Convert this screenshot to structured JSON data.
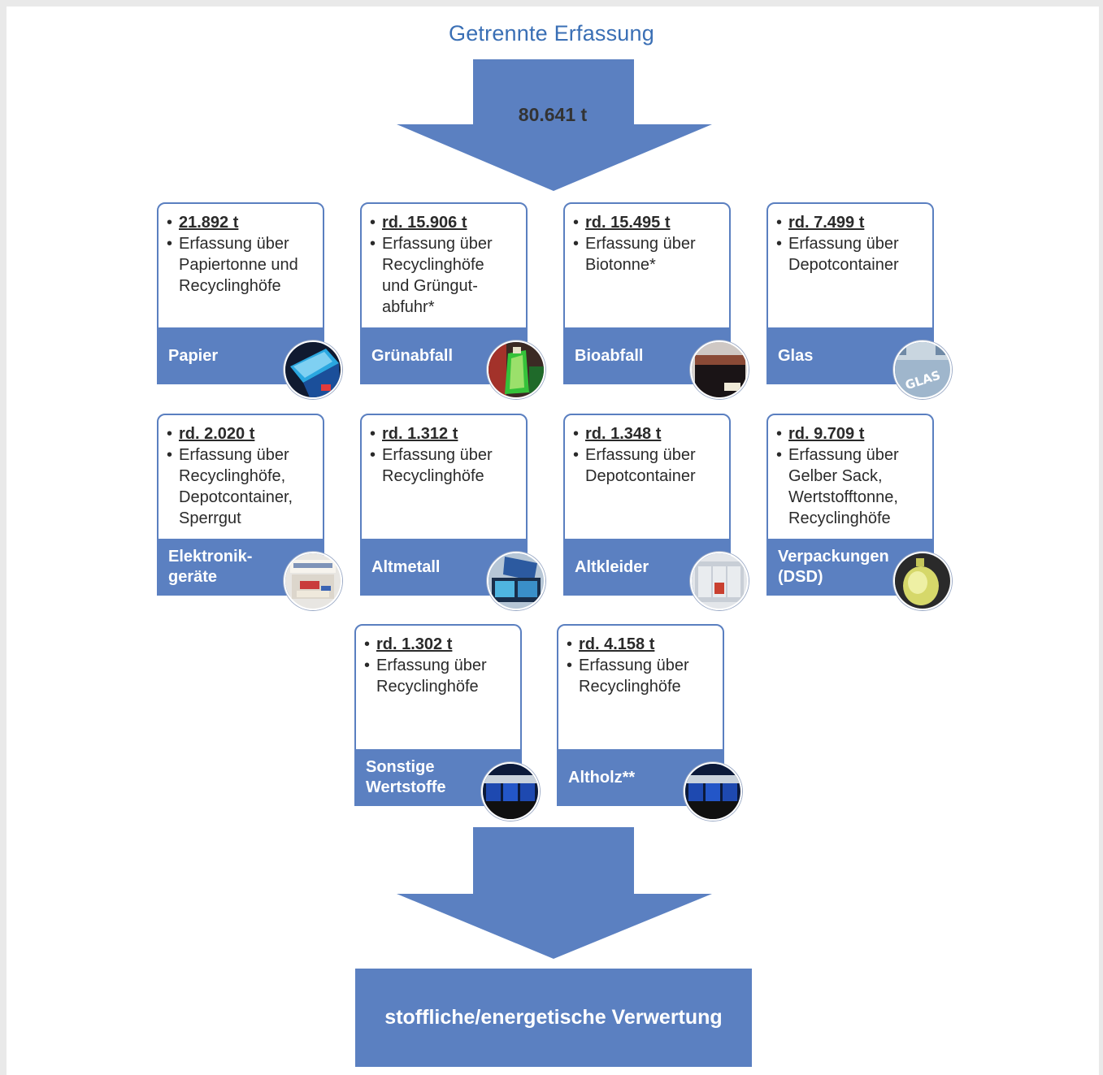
{
  "title": "Getrennte Erfassung",
  "total": "80.641 t",
  "colors": {
    "accent": "#5b80c1",
    "title": "#3a6fb5",
    "border": "#5a7fc0"
  },
  "cards": [
    {
      "amount": "21.892 t",
      "desc": "Erfassung über\nPapiertonne und\nRecyclinghöfe",
      "label": "Papier",
      "icon": "paper-bin-photo"
    },
    {
      "amount": "rd. 15.906 t",
      "desc": "Erfassung über\nRecyclinghöfe\nund Grüngut-\nabfuhr*",
      "label": "Grünabfall",
      "icon": "green-waste-photo"
    },
    {
      "amount": "rd. 15.495 t",
      "desc": "Erfassung über\nBiotonne*",
      "label": "Bioabfall",
      "icon": "bio-bin-photo"
    },
    {
      "amount": "rd. 7.499 t",
      "desc": "Erfassung über\nDepotcontainer",
      "label": "Glas",
      "icon": "glass-container-photo",
      "icon_text": "GLAS"
    },
    {
      "amount": "rd. 2.020 t",
      "desc": "Erfassung über\nRecyclinghöfe,\nDepotcontainer,\nSperrgut",
      "label": "Elektronik-\ngeräte",
      "icon": "electronics-bin-photo"
    },
    {
      "amount": "rd. 1.312 t",
      "desc": "Erfassung über\nRecyclinghöfe",
      "label": "Altmetall",
      "icon": "metal-container-photo"
    },
    {
      "amount": "rd. 1.348 t",
      "desc": "Erfassung über\nDepotcontainer",
      "label": "Altkleider",
      "icon": "clothes-container-photo"
    },
    {
      "amount": "rd. 9.709 t",
      "desc": "Erfassung über\nGelber Sack,\nWertstofftonne,\nRecyclinghöfe",
      "label": "Verpackungen\n(DSD)",
      "icon": "yellow-bag-photo"
    },
    {
      "amount": "rd. 1.302 t",
      "desc": "Erfassung über\nRecyclinghöfe",
      "label": "Sonstige\nWertstoffe",
      "icon": "recycling-yard-photo"
    },
    {
      "amount": "rd. 4.158 t",
      "desc": "Erfassung über\nRecyclinghöfe",
      "label": "Altholz**",
      "icon": "recycling-yard-photo"
    }
  ],
  "result": "stoffliche/energetische Verwertung"
}
